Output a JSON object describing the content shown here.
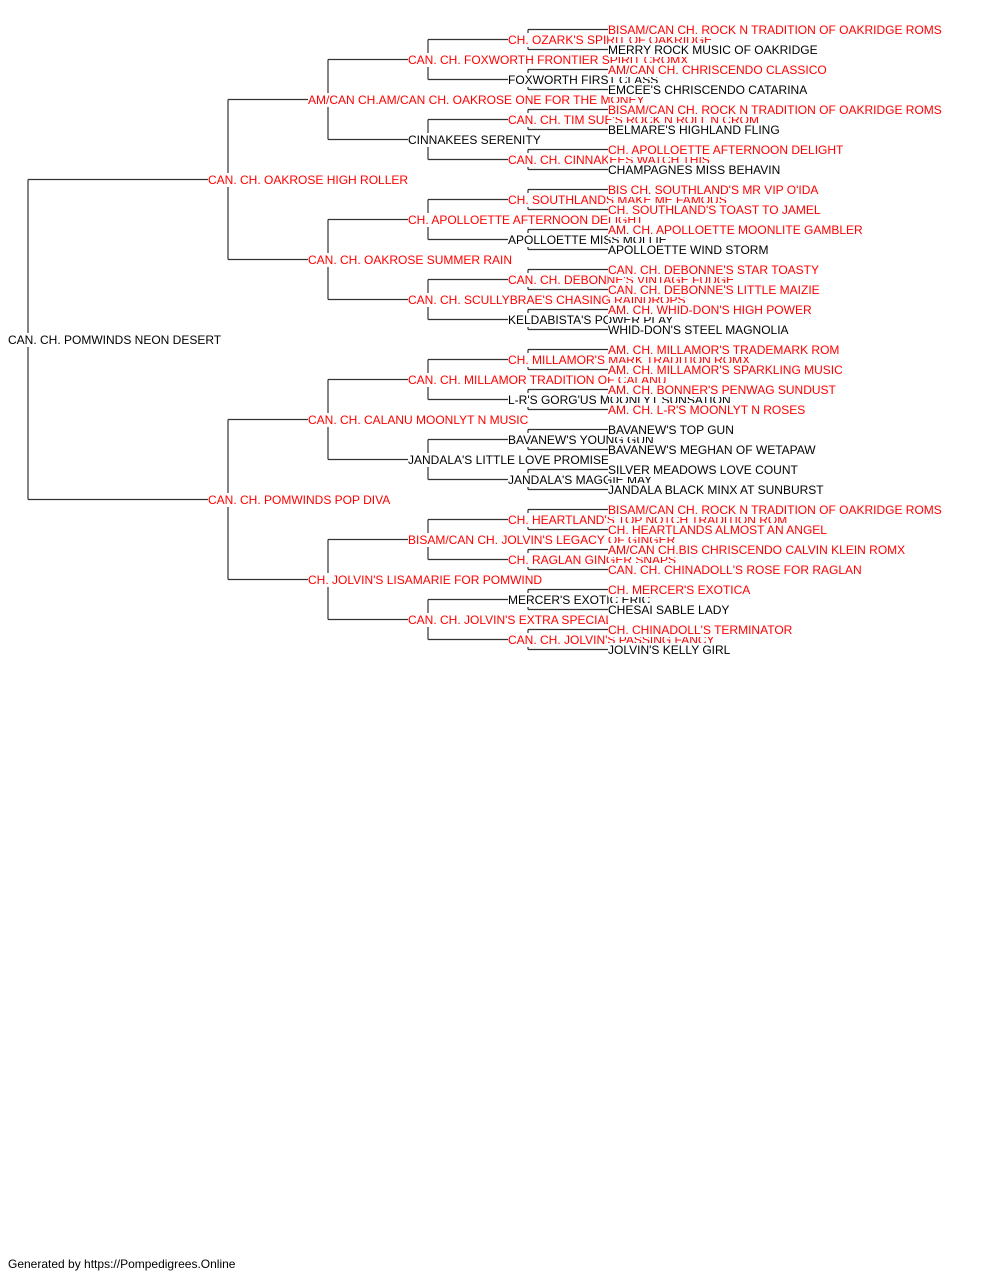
{
  "colors": {
    "champion": "#ff0000",
    "regular": "#000000",
    "line": "#333333"
  },
  "subject": {
    "name": "CAN. CH. POMWINDS NEON DESERT",
    "champion": false
  },
  "generations": [
    [
      {
        "name": "CAN. CH. OAKROSE HIGH ROLLER",
        "champion": true
      },
      {
        "name": "CAN. CH. POMWINDS POP DIVA",
        "champion": true
      }
    ],
    [
      {
        "name": "AM/CAN CH.AM/CAN CH. OAKROSE ONE FOR THE MONEY",
        "champion": true
      },
      {
        "name": "CAN. CH. OAKROSE SUMMER RAIN",
        "champion": true
      },
      {
        "name": "CAN. CH. CALANU MOONLYT N MUSIC",
        "champion": true
      },
      {
        "name": "CH. JOLVIN'S LISAMARIE FOR POMWIND",
        "champion": true
      }
    ],
    [
      {
        "name": "CAN. CH. FOXWORTH FRONTIER SPIRIT CROMX",
        "champion": true
      },
      {
        "name": "CINNAKEES SERENITY",
        "champion": false
      },
      {
        "name": "CH. APOLLOETTE AFTERNOON DELIGHT",
        "champion": true
      },
      {
        "name": "CAN. CH. SCULLYBRAE'S CHASING RAINDROPS",
        "champion": true
      },
      {
        "name": "CAN. CH. MILLAMOR TRADITION OF CALANU",
        "champion": true
      },
      {
        "name": "JANDALA'S LITTLE LOVE PROMISE",
        "champion": false
      },
      {
        "name": "BISAM/CAN CH. JOLVIN'S LEGACY OF GINGER",
        "champion": true
      },
      {
        "name": "CAN. CH. JOLVIN'S EXTRA SPECIAL",
        "champion": true
      }
    ],
    [
      {
        "name": "CH. OZARK'S SPIRIT OF OAKRIDGE",
        "champion": true
      },
      {
        "name": "FOXWORTH FIRST CLASS",
        "champion": false
      },
      {
        "name": "CAN. CH. TIM SUE'S ROCK N ROLL N CROM",
        "champion": true
      },
      {
        "name": "CAN. CH. CINNAKEES WATCH THIS",
        "champion": true
      },
      {
        "name": "CH. SOUTHLANDS MAKE ME FAMOUS",
        "champion": true
      },
      {
        "name": "APOLLOETTE MISS MOLLIE",
        "champion": false
      },
      {
        "name": "CAN. CH. DEBONNE'S VINTAGE FUDGE",
        "champion": true
      },
      {
        "name": "KELDABISTA'S POWER PLAY",
        "champion": false
      },
      {
        "name": "CH. MILLAMOR'S MARK TRADITION ROMX",
        "champion": true
      },
      {
        "name": "L-R'S GORG'US MOONLYT SUNSATION",
        "champion": false
      },
      {
        "name": "BAVANEW'S YOUNG GUN",
        "champion": false
      },
      {
        "name": "JANDALA'S MAGGIE MAY",
        "champion": false
      },
      {
        "name": "CH. HEARTLAND'S TOP NOTCH TRADITION ROM",
        "champion": true
      },
      {
        "name": "CH. RAGLAN GINGER SNAPS",
        "champion": true
      },
      {
        "name": "MERCER'S EXOTIC ERIC",
        "champion": false
      },
      {
        "name": "CAN. CH. JOLVIN'S PASSING FANCY",
        "champion": true
      }
    ],
    [
      {
        "name": "BISAM/CAN CH. ROCK N TRADITION OF OAKRIDGE ROMS",
        "champion": true
      },
      {
        "name": "MERRY ROCK MUSIC OF OAKRIDGE",
        "champion": false
      },
      {
        "name": "AM/CAN CH. CHRISCENDO CLASSICO",
        "champion": true
      },
      {
        "name": "EMCEE'S CHRISCENDO CATARINA",
        "champion": false
      },
      {
        "name": "BISAM/CAN CH. ROCK N TRADITION OF OAKRIDGE ROMS",
        "champion": true
      },
      {
        "name": "BELMARE'S HIGHLAND FLING",
        "champion": false
      },
      {
        "name": "CH. APOLLOETTE AFTERNOON DELIGHT",
        "champion": true
      },
      {
        "name": "CHAMPAGNES MISS BEHAVIN",
        "champion": false
      },
      {
        "name": "BIS CH. SOUTHLAND'S MR VIP O'IDA",
        "champion": true
      },
      {
        "name": "CH. SOUTHLAND'S TOAST TO JAMEL",
        "champion": true
      },
      {
        "name": "AM. CH. APOLLOETTE MOONLITE GAMBLER",
        "champion": true
      },
      {
        "name": "APOLLOETTE WIND STORM",
        "champion": false
      },
      {
        "name": "CAN. CH. DEBONNE'S STAR TOASTY",
        "champion": true
      },
      {
        "name": "CAN. CH. DEBONNE'S LITTLE MAIZIE",
        "champion": true
      },
      {
        "name": "AM. CH. WHID-DON'S HIGH POWER",
        "champion": true
      },
      {
        "name": "WHID-DON'S STEEL MAGNOLIA",
        "champion": false
      },
      {
        "name": "AM. CH. MILLAMOR'S TRADEMARK ROM",
        "champion": true
      },
      {
        "name": "AM. CH. MILLAMOR'S SPARKLING MUSIC",
        "champion": true
      },
      {
        "name": "AM. CH. BONNER'S PENWAG SUNDUST",
        "champion": true
      },
      {
        "name": "AM. CH. L-R'S MOONLYT N ROSES",
        "champion": true
      },
      {
        "name": "BAVANEW'S TOP GUN",
        "champion": false
      },
      {
        "name": "BAVANEW'S MEGHAN OF WETAPAW",
        "champion": false
      },
      {
        "name": "SILVER MEADOWS LOVE COUNT",
        "champion": false
      },
      {
        "name": "JANDALA BLACK MINX AT SUNBURST",
        "champion": false
      },
      {
        "name": "BISAM/CAN CH. ROCK N TRADITION OF OAKRIDGE ROMS",
        "champion": true
      },
      {
        "name": "CH. HEARTLANDS ALMOST AN ANGEL",
        "champion": true
      },
      {
        "name": "AM/CAN CH.BIS CHRISCENDO CALVIN KLEIN ROMX",
        "champion": true
      },
      {
        "name": "CAN. CH. CHINADOLL'S ROSE FOR RAGLAN",
        "champion": true
      },
      {
        "name": "CH. MERCER'S EXOTICA",
        "champion": true
      },
      {
        "name": "CHESAI SABLE LADY",
        "champion": false
      },
      {
        "name": "CH. CHINADOLL'S TERMINATOR",
        "champion": true
      },
      {
        "name": "JOLVIN'S KELLY GIRL",
        "champion": false
      }
    ]
  ],
  "footer": "Generated by https://Pompedigrees.Online"
}
